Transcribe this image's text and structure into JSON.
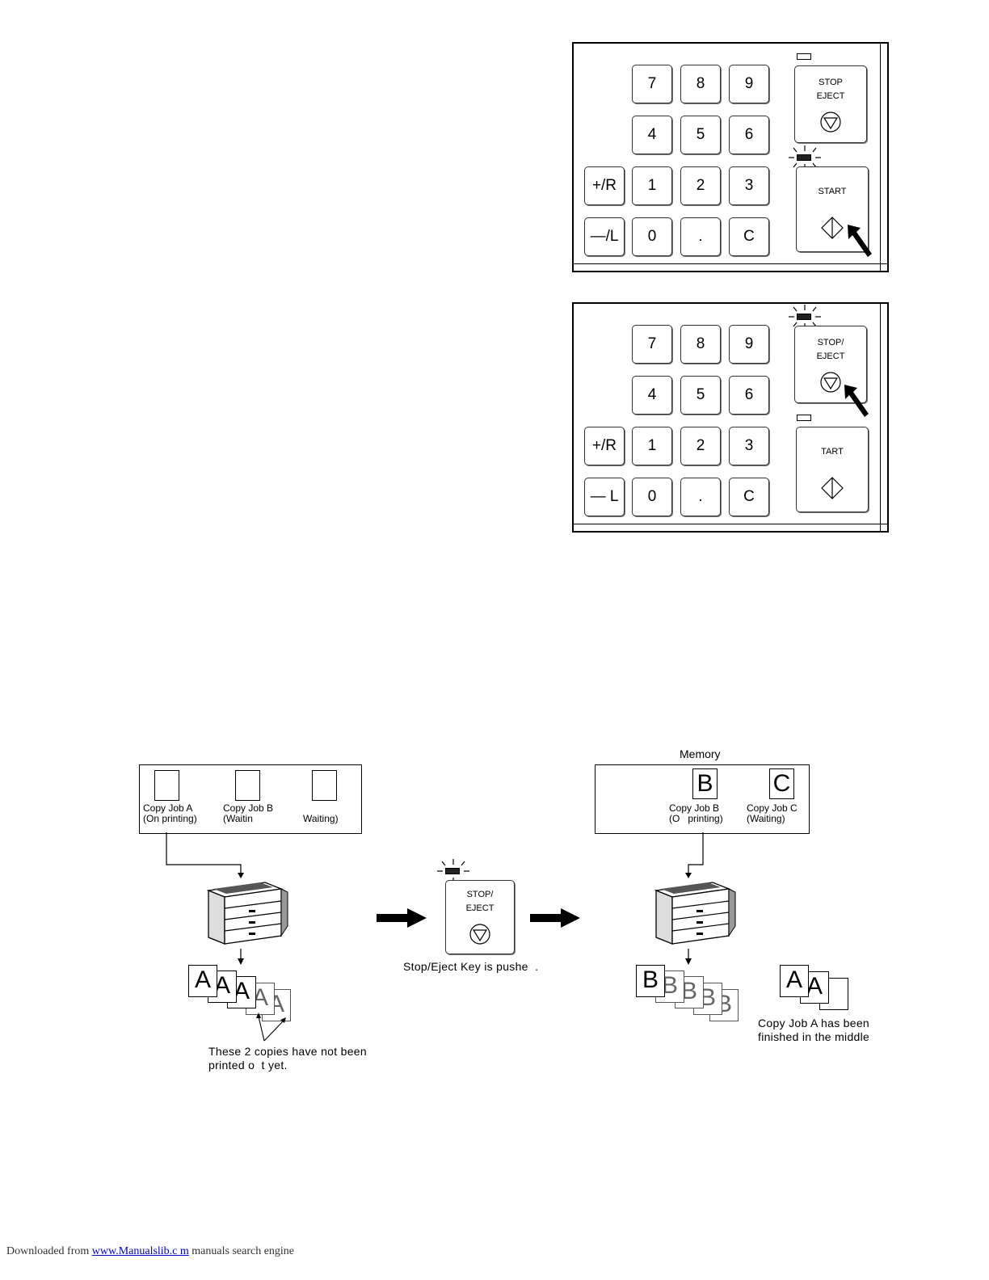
{
  "panel_top": {
    "keys_row1": [
      "7",
      "8",
      "9"
    ],
    "keys_row2": [
      "4",
      "5",
      "6"
    ],
    "keys_row3": [
      "+/R",
      "1",
      "2",
      "3"
    ],
    "keys_row4": [
      "—/L",
      "0",
      ".",
      "C"
    ],
    "stop_label_1": "STOP",
    "stop_label_2": "EJECT",
    "start_label": "START"
  },
  "panel_bottom": {
    "keys_row1": [
      "7",
      "8",
      "9"
    ],
    "keys_row2": [
      "4",
      "5",
      "6"
    ],
    "keys_row3": [
      "+/R",
      "1",
      "2",
      "3"
    ],
    "keys_row4": [
      "— L",
      "0",
      ".",
      "C"
    ],
    "stop_label_1": "STOP/",
    "stop_label_2": "EJECT",
    "start_label": "TART"
  },
  "diagram": {
    "left_box": {
      "job_a_caption": "Copy Job A\n(On printing)",
      "job_b_caption": "Copy Job B\n(Waitin",
      "job_c_caption": "Waiting)"
    },
    "left_copies": [
      "A",
      "A",
      "A",
      "A",
      "A"
    ],
    "left_note": "These 2 copies have not been\nprinted o  t yet.",
    "middle_key_label_1": "STOP/",
    "middle_key_label_2": "EJECT",
    "middle_caption": "Stop/Eject Key is pushe  .",
    "memory_label": "Memory",
    "right_box": {
      "slot_b": "B",
      "slot_c": "C",
      "job_b_caption": "Copy Job B\n(O   printing)",
      "job_c_caption": "Copy Job C\n(Waiting)"
    },
    "right_copies": [
      "B",
      "B",
      "B",
      "B",
      "B"
    ],
    "finished_copies": [
      "A",
      "A"
    ],
    "finished_note": "Copy Job A has been\nfinished in the middle"
  },
  "footer": {
    "prefix": "Downloaded from ",
    "link": "www.Manualslib.c  m",
    "suffix": "  manuals search engine"
  }
}
